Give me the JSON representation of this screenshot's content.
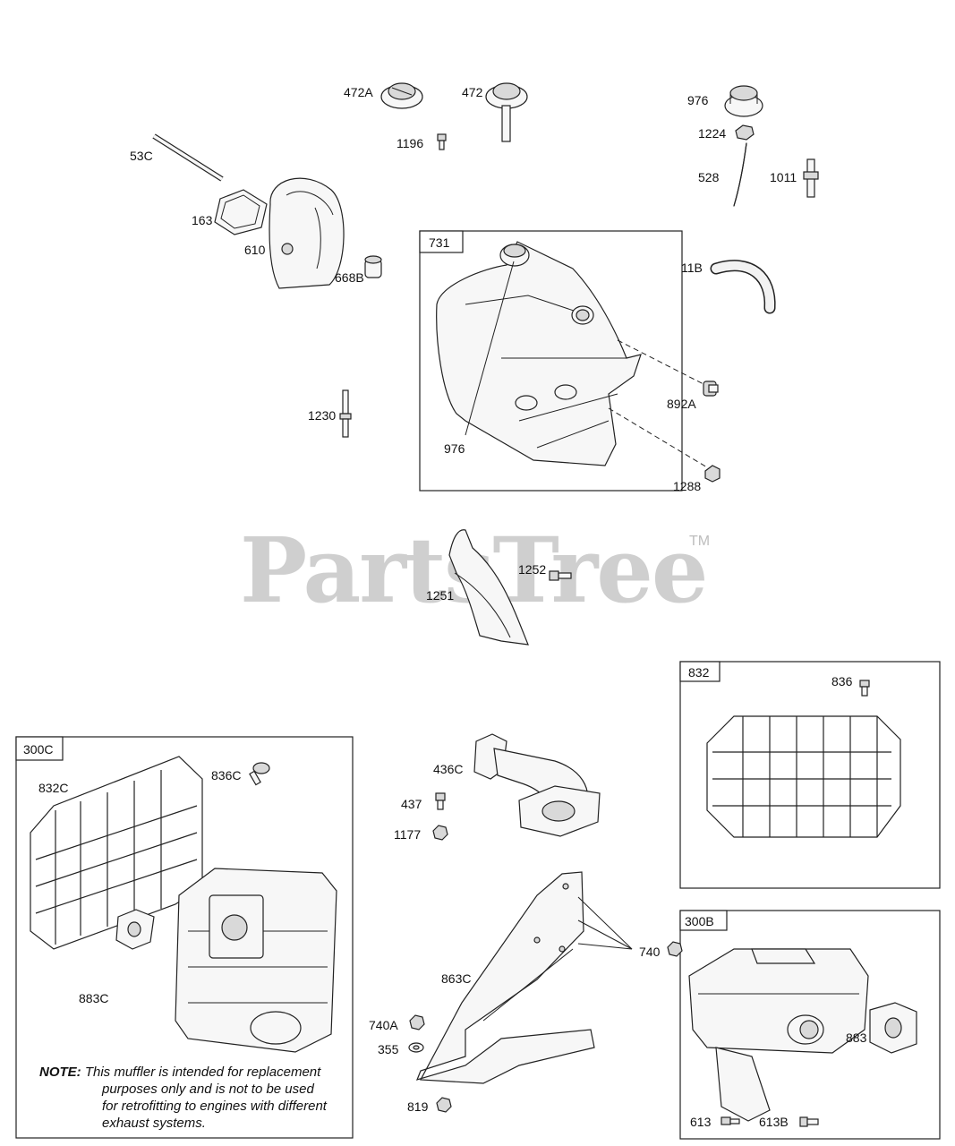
{
  "watermark": {
    "text": "PartsTree",
    "trademark": "TM"
  },
  "boxes": [
    {
      "id": "731",
      "label": "731"
    },
    {
      "id": "832",
      "label": "832"
    },
    {
      "id": "300C",
      "label": "300C"
    },
    {
      "id": "300B",
      "label": "300B"
    }
  ],
  "callouts": {
    "p472A": "472A",
    "p472": "472",
    "p976top": "976",
    "p1196": "1196",
    "p1224": "1224",
    "p53C": "53C",
    "p528": "528",
    "p1011": "1011",
    "p163": "163",
    "p610": "610",
    "p668B": "668B",
    "p11B": "11B",
    "p892A": "892A",
    "p1230": "1230",
    "p976": "976",
    "p1288": "1288",
    "p1252": "1252",
    "p1251": "1251",
    "p836": "836",
    "p836C": "836C",
    "p832C": "832C",
    "p436C": "436C",
    "p437": "437",
    "p1177": "1177",
    "p883C": "883C",
    "p740": "740",
    "p863C": "863C",
    "p740A": "740A",
    "p355": "355",
    "p819": "819",
    "p883": "883",
    "p613": "613",
    "p613B": "613B"
  },
  "note": {
    "label": "NOTE:",
    "line1": "This muffler is intended for replacement",
    "line2": "purposes only and is not to be used",
    "line3": "for retrofitting to engines with different",
    "line4": "exhaust systems."
  }
}
